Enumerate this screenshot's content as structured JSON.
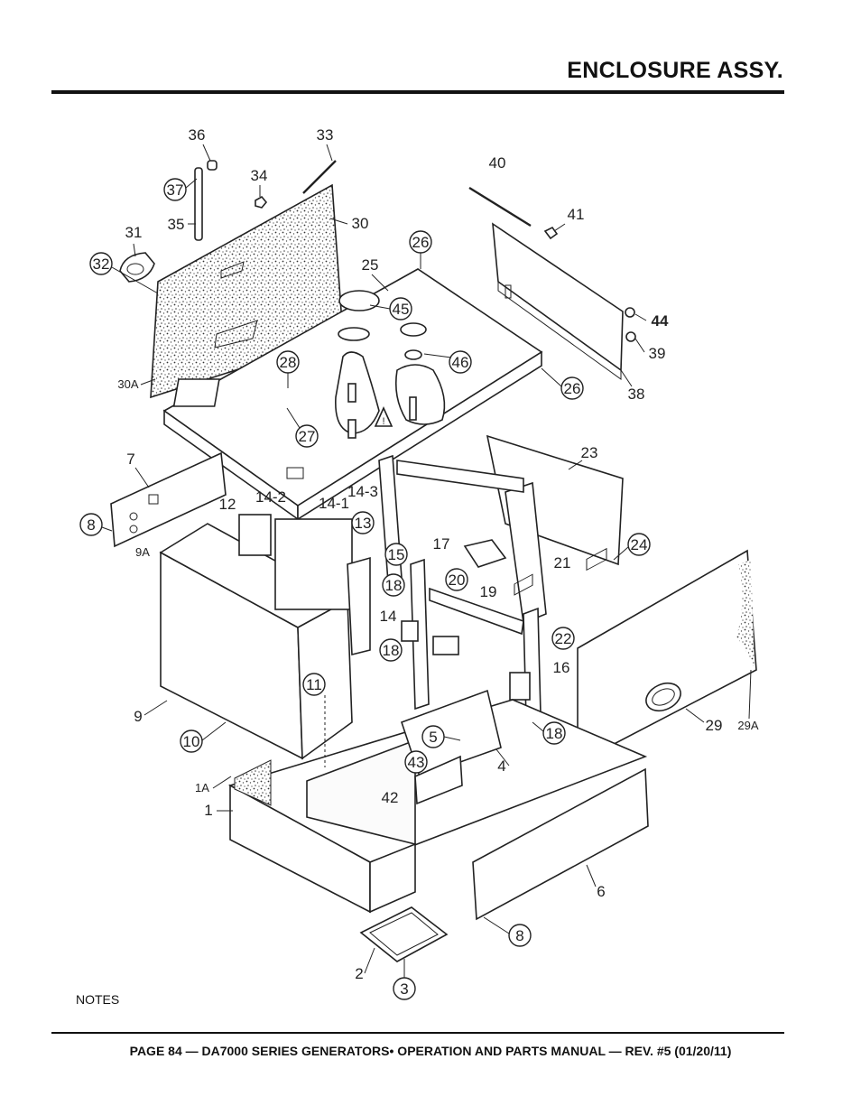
{
  "header": {
    "title": "ENCLOSURE ASSY."
  },
  "diagram": {
    "callouts": [
      {
        "id": "36",
        "circled": false
      },
      {
        "id": "33",
        "circled": false
      },
      {
        "id": "34",
        "circled": false
      },
      {
        "id": "37",
        "circled": true
      },
      {
        "id": "35",
        "circled": false
      },
      {
        "id": "30",
        "circled": false
      },
      {
        "id": "31",
        "circled": false
      },
      {
        "id": "32",
        "circled": true
      },
      {
        "id": "25",
        "circled": false
      },
      {
        "id": "26",
        "circled": true
      },
      {
        "id": "26",
        "circled": true
      },
      {
        "id": "45",
        "circled": true
      },
      {
        "id": "46",
        "circled": true
      },
      {
        "id": "28",
        "circled": true
      },
      {
        "id": "27",
        "circled": true
      },
      {
        "id": "30A",
        "circled": false
      },
      {
        "id": "40",
        "circled": false
      },
      {
        "id": "41",
        "circled": false
      },
      {
        "id": "44",
        "circled": false
      },
      {
        "id": "39",
        "circled": false
      },
      {
        "id": "38",
        "circled": false
      },
      {
        "id": "23",
        "circled": false
      },
      {
        "id": "7",
        "circled": false
      },
      {
        "id": "8",
        "circled": true
      },
      {
        "id": "9A",
        "circled": false
      },
      {
        "id": "12",
        "circled": false
      },
      {
        "id": "14-2",
        "circled": false
      },
      {
        "id": "14-1",
        "circled": false
      },
      {
        "id": "14-3",
        "circled": false
      },
      {
        "id": "13",
        "circled": true
      },
      {
        "id": "15",
        "circled": true
      },
      {
        "id": "17",
        "circled": false
      },
      {
        "id": "18",
        "circled": true
      },
      {
        "id": "20",
        "circled": true
      },
      {
        "id": "19",
        "circled": false
      },
      {
        "id": "21",
        "circled": false
      },
      {
        "id": "24",
        "circled": true
      },
      {
        "id": "14",
        "circled": false
      },
      {
        "id": "22",
        "circled": true
      },
      {
        "id": "18",
        "circled": true
      },
      {
        "id": "16",
        "circled": false
      },
      {
        "id": "11",
        "circled": true
      },
      {
        "id": "9",
        "circled": false
      },
      {
        "id": "10",
        "circled": true
      },
      {
        "id": "5",
        "circled": true
      },
      {
        "id": "18",
        "circled": true
      },
      {
        "id": "29A",
        "circled": false
      },
      {
        "id": "29",
        "circled": false
      },
      {
        "id": "43",
        "circled": true
      },
      {
        "id": "4",
        "circled": false
      },
      {
        "id": "1A",
        "circled": false
      },
      {
        "id": "42",
        "circled": false
      },
      {
        "id": "1",
        "circled": false
      },
      {
        "id": "6",
        "circled": false
      },
      {
        "id": "8",
        "circled": true
      },
      {
        "id": "2",
        "circled": false
      },
      {
        "id": "3",
        "circled": true
      }
    ],
    "warning_symbol": "!"
  },
  "notes": {
    "label": "NOTES"
  },
  "footer": {
    "text": "PAGE 84 — DA7000 SERIES GENERATORS• OPERATION AND PARTS MANUAL — REV. #5 (01/20/11)"
  }
}
